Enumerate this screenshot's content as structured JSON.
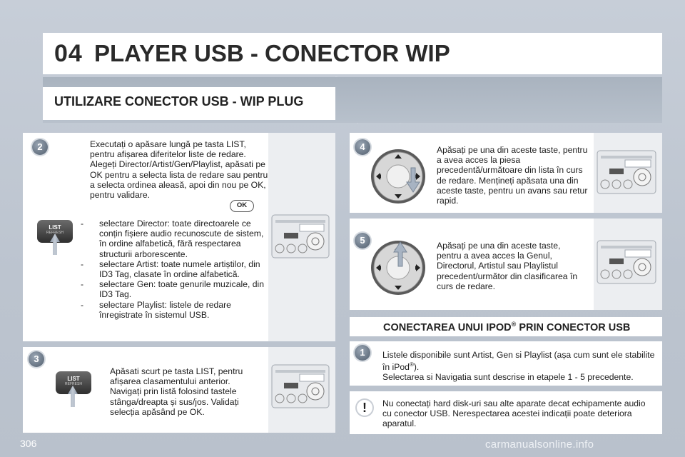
{
  "page": {
    "chapter": "04",
    "title": "PLAYER USB - CONECTOR WIP",
    "subtitle": "UTILIZARE CONECTOR USB - WIP PLUG",
    "page_number": "306",
    "watermark": "carmanualsonline.info"
  },
  "steps": {
    "step2": {
      "number": "2",
      "text": "Executați o apăsare lungă pe tasta LIST, pentru afișarea diferitelor liste de redare. Alegeți Director/Artist/Gen/Playlist, apăsati pe OK pentru a selecta lista de redare sau pentru a selecta ordinea aleasă, apoi din nou pe OK, pentru validare.",
      "ok_label": "OK",
      "bullets": [
        "selectare Director: toate directoarele ce conțin fișiere audio recunoscute de sistem, în ordine alfabetică, fără respectarea structurii arborescente.",
        "selectare Artist: toate numele artiștilor, din ID3 Tag, clasate în ordine alfabetică.",
        "selectare Gen: toate genurile muzicale, din ID3 Tag.",
        "selectare Playlist: listele de redare înregistrate în sistemul USB."
      ],
      "list_label": "LIST",
      "list_sub": "REFRESH"
    },
    "step3": {
      "number": "3",
      "text": "Apăsati scurt pe tasta LIST, pentru afișarea clasamentului anterior. Navigați prin listă folosind tastele stânga/dreapta și sus/jos. Validați selecția apăsând pe OK.",
      "list_label": "LIST",
      "list_sub": "REFRESH"
    },
    "step4": {
      "number": "4",
      "text": "Apăsați pe una din aceste taste, pentru a avea acces la piesa precedentă/următoare din lista în curs de redare. Mențineți apăsata una din aceste taste, pentru un avans sau retur rapid."
    },
    "step5": {
      "number": "5",
      "text": "Apăsați pe una din aceste taste, pentru a avea acces la Genul, Directorul, Artistul sau Playlistul precedent/următor din clasificarea în curs de redare."
    }
  },
  "ipod": {
    "heading_pre": "CONECTAREA UNUI IPOD",
    "heading_reg": "®",
    "heading_post": " PRIN CONECTOR USB",
    "step_number": "1",
    "text_a": "Listele disponibile sunt Artist, Gen si Playlist (așa cum sunt ele stabilite în iPod",
    "text_reg": "®",
    "text_b": ").",
    "text_c": "Selectarea si Navigatia sunt descrise in etapele 1 - 5 precedente."
  },
  "warning": {
    "icon": "!",
    "text": "Nu conectați hard disk-uri sau alte aparate decat echipamente audio cu conector USB. Nerespectarea acestei indicații poate deteriora aparatul."
  }
}
